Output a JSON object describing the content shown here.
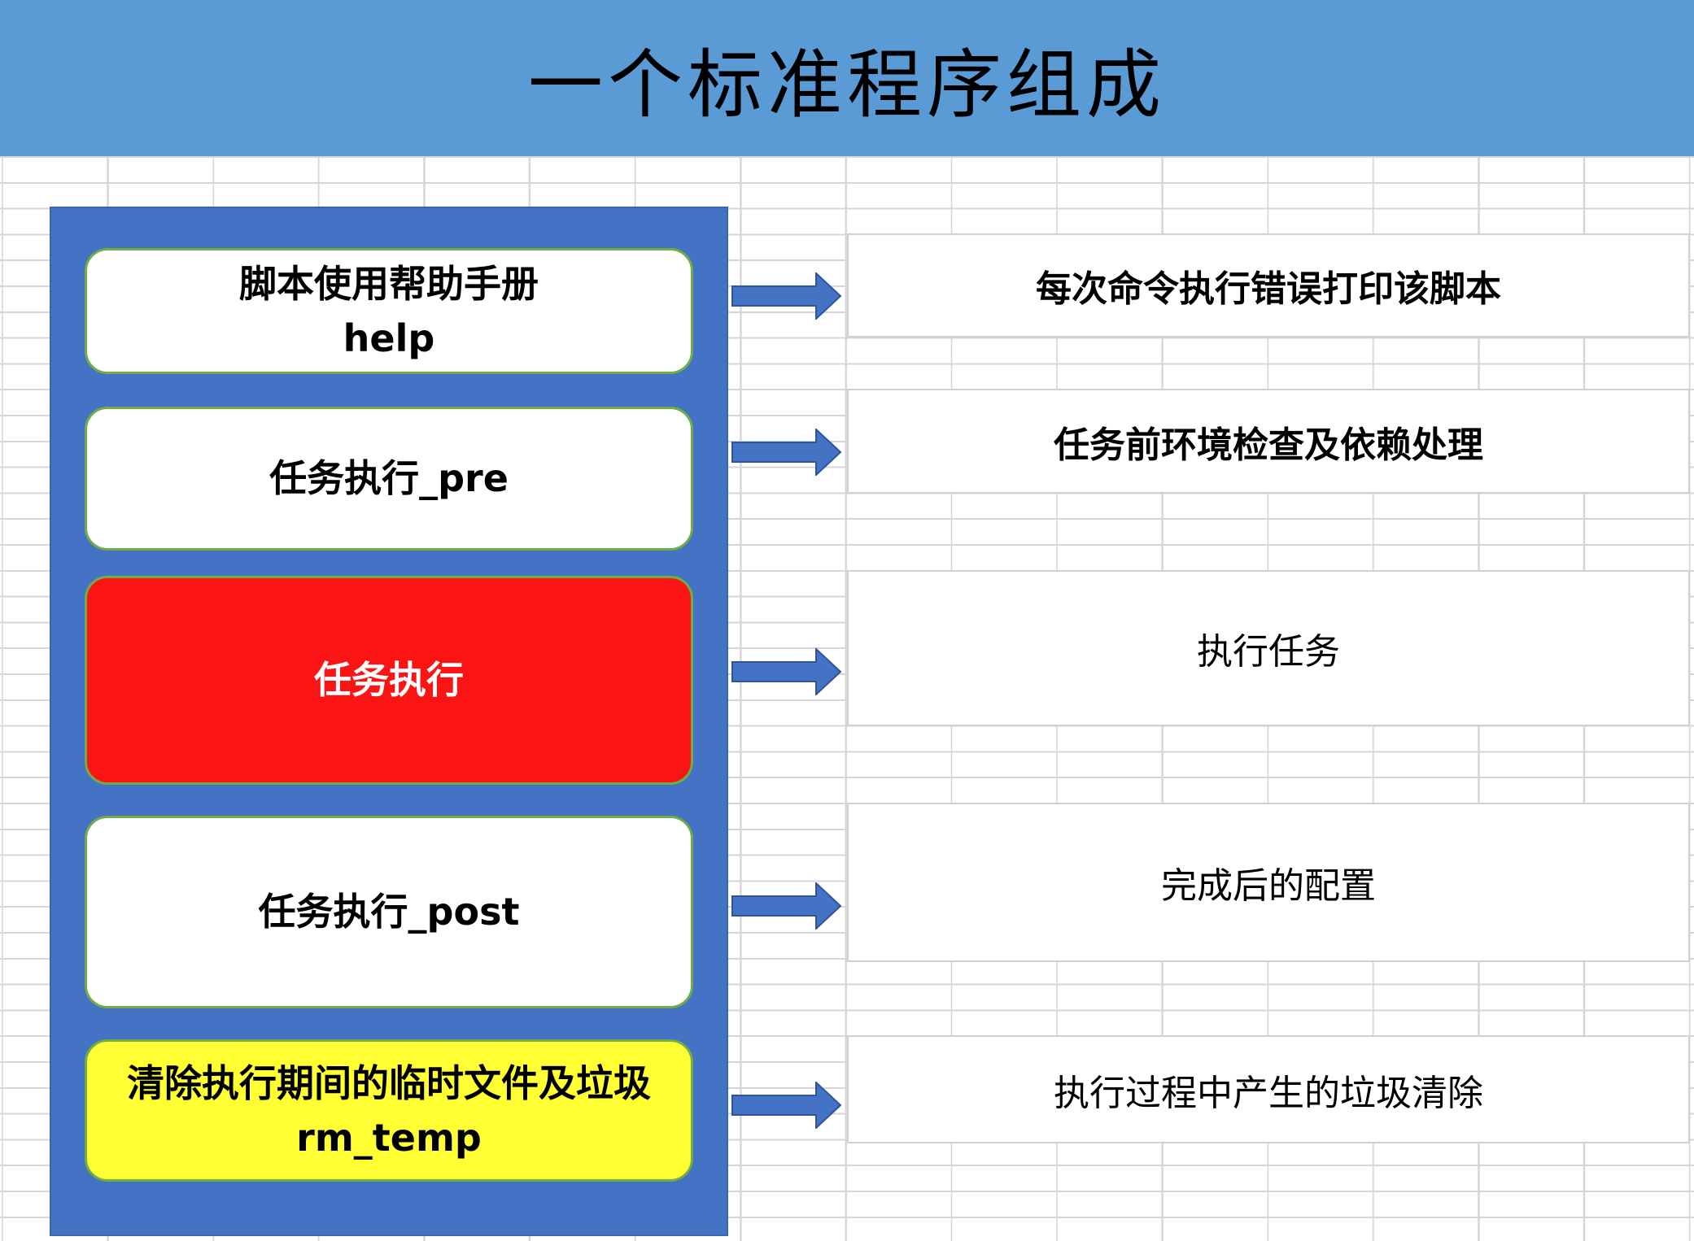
{
  "slide": {
    "title": "一个标准程序组成"
  },
  "flow": {
    "steps": [
      {
        "name": "help",
        "style": "white",
        "lines": [
          "脚本使用帮助手册",
          "help"
        ],
        "description": "每次命令执行错误打印该脚本"
      },
      {
        "name": "pre",
        "style": "white",
        "lines": [
          "任务执行_pre"
        ],
        "description": "任务前环境检查及依赖处理"
      },
      {
        "name": "run",
        "style": "red",
        "lines": [
          "任务执行"
        ],
        "description": "执行任务"
      },
      {
        "name": "post",
        "style": "white",
        "lines": [
          "任务执行_post"
        ],
        "description": "完成后的配置"
      },
      {
        "name": "rm_temp",
        "style": "yellow",
        "lines": [
          "清除执行期间的临时文件及垃圾",
          "rm_temp"
        ],
        "description": "执行过程中产生的垃圾清除"
      }
    ]
  },
  "colors": {
    "title_bar": "#5b9bd5",
    "container": "#4472c4",
    "arrow_fill": "#4472c4",
    "arrow_outline": "#2f5597",
    "box_border_green": "#70ad47",
    "step_red_fill": "#fb1414",
    "step_yellow_fill": "#ffff33",
    "grid_line": "#d6d6d6",
    "title_text": "#000000"
  }
}
